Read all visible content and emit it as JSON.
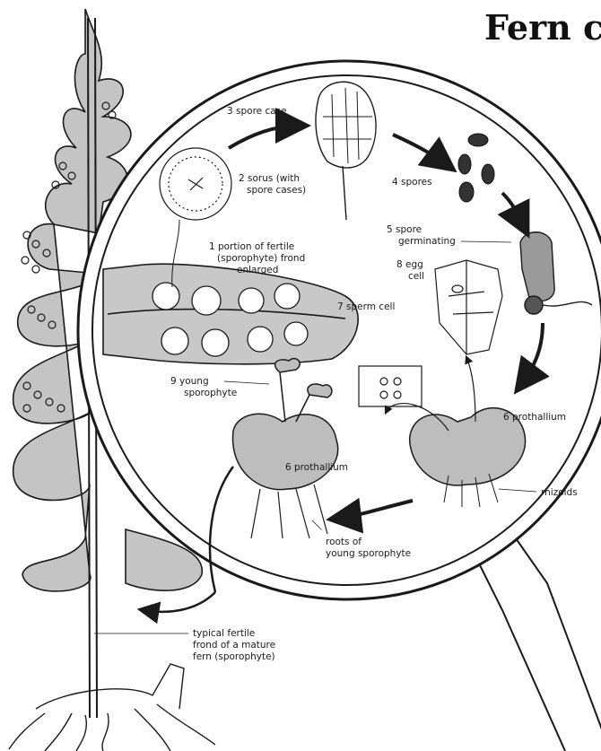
{
  "title": "Fern c",
  "labels": {
    "spore_case": "3 spore case",
    "sorus_line1": "2 sorus (with",
    "sorus_line2": "spore cases)",
    "spores": "4 spores",
    "spore_germ_line1": "5 spore",
    "spore_germ_line2": "germinating",
    "portion_line1": "1 portion of fertile",
    "portion_line2": "(sporophyte) frond",
    "portion_line3": "enlarged",
    "egg_line1": "8 egg",
    "egg_line2": "cell",
    "sperm": "7 sperm cell",
    "young_spor_line1": "9 young",
    "young_spor_line2": "sporophyte",
    "prothallium_right": "6 prothallium",
    "prothallium_left": "6 prothallium",
    "rhizoids": "rhizoids",
    "roots_line1": "roots of",
    "roots_line2": "young sporophyte",
    "typical_line1": "typical fertile",
    "typical_line2": "frond of a mature",
    "typical_line3": "fern (sporophyte)"
  },
  "colors": {
    "ink": "#1a1a1a",
    "shade": "#bdbdbd",
    "paper": "#ffffff"
  }
}
